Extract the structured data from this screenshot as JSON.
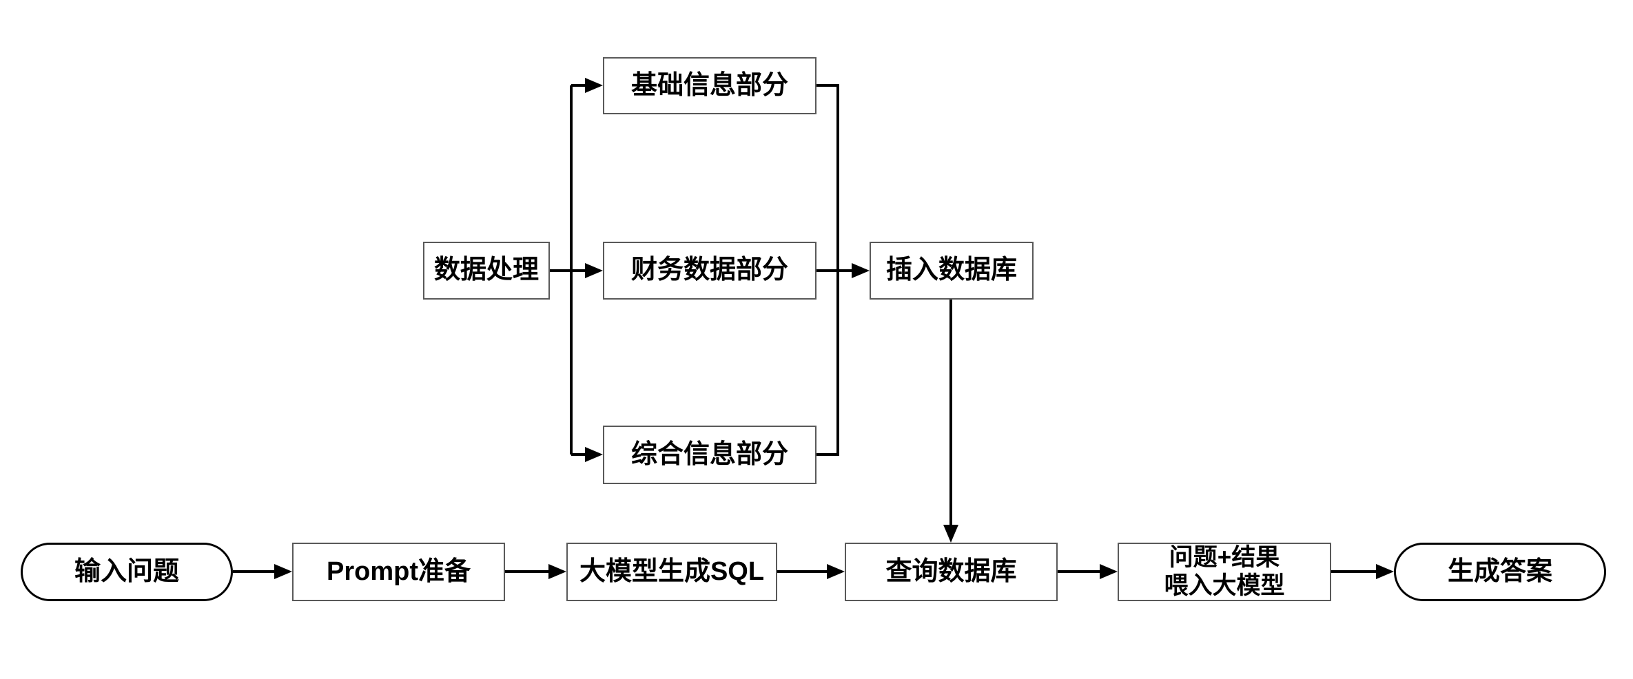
{
  "diagram": {
    "background_color": "#ffffff",
    "arrow_color": "#000000",
    "box_border_color": "#595959",
    "stadium_border_color": "#000000",
    "nodes": {
      "data_processing": {
        "label": "数据处理",
        "shape": "rect"
      },
      "basic_info": {
        "label": "基础信息部分",
        "shape": "rect"
      },
      "financial_data": {
        "label": "财务数据部分",
        "shape": "rect"
      },
      "comprehensive_info": {
        "label": "综合信息部分",
        "shape": "rect"
      },
      "insert_database": {
        "label": "插入数据库",
        "shape": "rect"
      },
      "input_question": {
        "label": "输入问题",
        "shape": "stadium"
      },
      "prompt_preparation": {
        "label": "Prompt准备",
        "shape": "rect"
      },
      "llm_generate_sql": {
        "label": "大模型生成SQL",
        "shape": "rect"
      },
      "query_database": {
        "label": "查询数据库",
        "shape": "rect"
      },
      "feed_llm": {
        "label_line1": "问题+结果",
        "label_line2": "喂入大模型",
        "shape": "rect"
      },
      "generate_answer": {
        "label": "生成答案",
        "shape": "stadium"
      }
    },
    "edges": [
      {
        "from": "data_processing",
        "to": "basic_info"
      },
      {
        "from": "data_processing",
        "to": "financial_data"
      },
      {
        "from": "data_processing",
        "to": "comprehensive_info"
      },
      {
        "from": "basic_info",
        "to": "insert_database"
      },
      {
        "from": "financial_data",
        "to": "insert_database"
      },
      {
        "from": "comprehensive_info",
        "to": "insert_database"
      },
      {
        "from": "insert_database",
        "to": "query_database"
      },
      {
        "from": "input_question",
        "to": "prompt_preparation"
      },
      {
        "from": "prompt_preparation",
        "to": "llm_generate_sql"
      },
      {
        "from": "llm_generate_sql",
        "to": "query_database"
      },
      {
        "from": "query_database",
        "to": "feed_llm"
      },
      {
        "from": "feed_llm",
        "to": "generate_answer"
      }
    ]
  }
}
